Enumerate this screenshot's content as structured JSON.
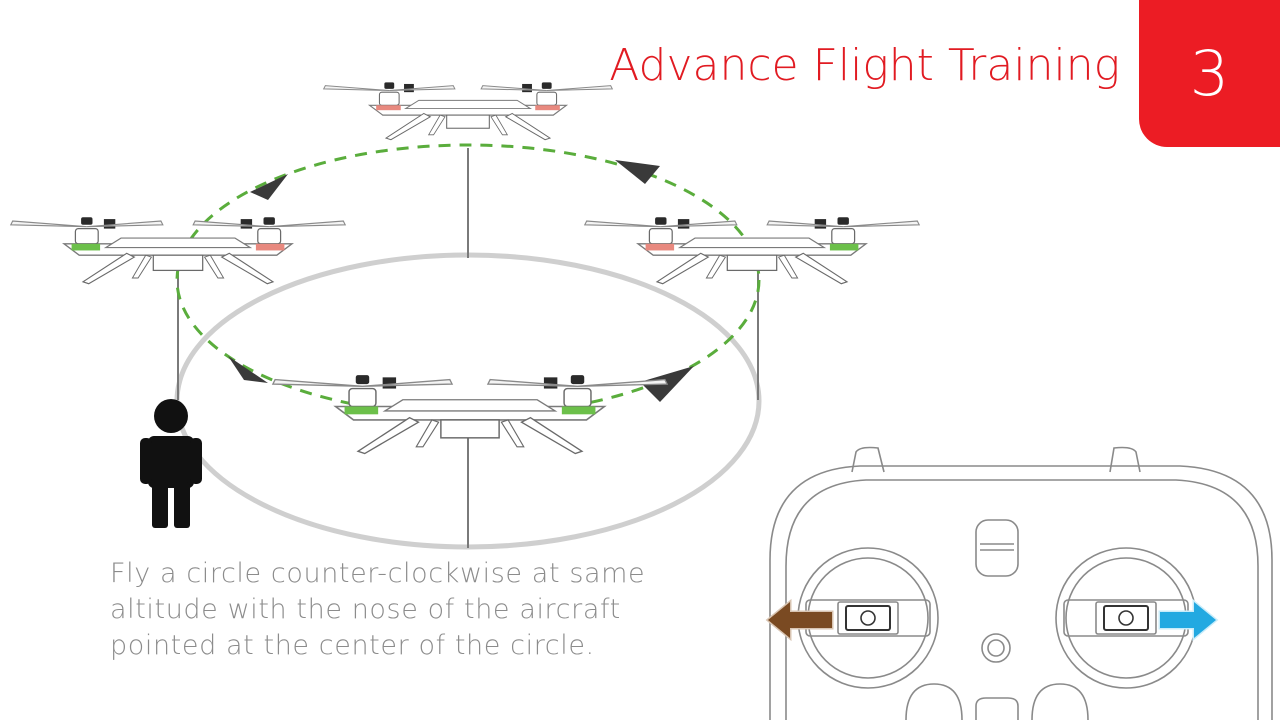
{
  "header": {
    "title": "Advance Flight Training",
    "chapter_number": "3"
  },
  "caption": {
    "lines": [
      "Fly a circle counter-clockwise at same",
      "altitude with the nose of the aircraft",
      "pointed at the center of the circle."
    ]
  },
  "colors": {
    "accent": "#ec1c24",
    "title": "#e11b22",
    "flight_path": "#5aad3c",
    "ground_circle": "#cfcfcf",
    "arrow_left": "#7a4a22",
    "arrow_right": "#22a9e1",
    "led_green": "#6cc04a",
    "led_red": "#e8897f",
    "figure": "#111111",
    "caption_text": "#8c8c8c"
  },
  "icons": {
    "person": "person-silhouette-icon",
    "drone": "quadcopter-drone-icon",
    "controller": "remote-controller-icon",
    "direction_arrow": "triangle-arrow-icon"
  }
}
